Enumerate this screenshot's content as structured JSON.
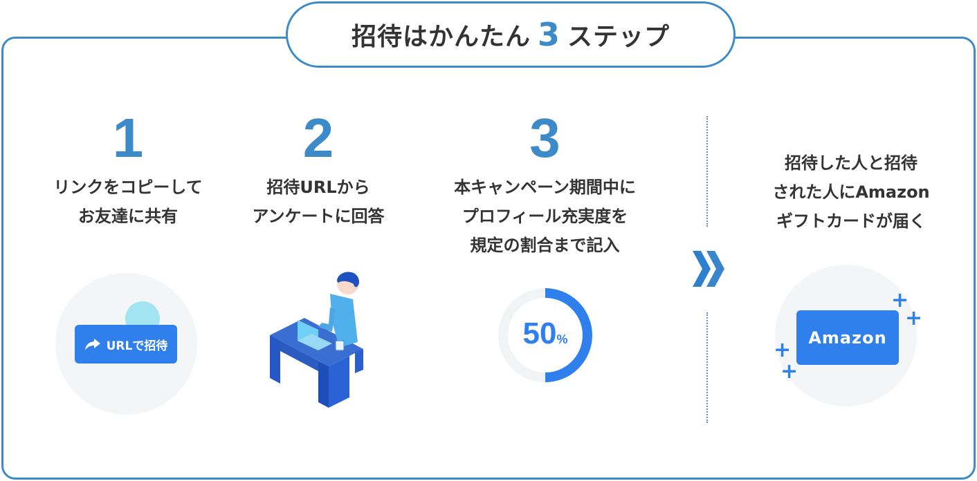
{
  "header": {
    "title_prefix": "招待はかんたん",
    "title_number": "3",
    "title_suffix": "ステップ"
  },
  "steps": [
    {
      "number": "1",
      "lines": [
        "リンクをコピーして",
        "お友達に共有"
      ],
      "button_label": "URLで招待",
      "button_icon": "share-arrow-icon"
    },
    {
      "number": "2",
      "lines": [
        "招待URLから",
        "アンケートに回答"
      ],
      "illustration": "person-at-desk-with-laptop"
    },
    {
      "number": "3",
      "lines": [
        "本キャンペーン期間中に",
        "プロフィール充実度を",
        "規定の割合まで記入"
      ],
      "progress_value": "50",
      "progress_unit": "%"
    }
  ],
  "divider": {
    "icon": "double-chevron-right-icon"
  },
  "result": {
    "lines": [
      "招待した人と招待",
      "された人にAmazon",
      "ギフトカードが届く"
    ],
    "card_label": "Amazon",
    "sparkle_icon": "plus-sparkle-icon"
  },
  "colors": {
    "accent": "#3d8ac9",
    "button_blue": "#2f80ed",
    "text": "#333333",
    "circle_bg": "#f4f5f7"
  }
}
